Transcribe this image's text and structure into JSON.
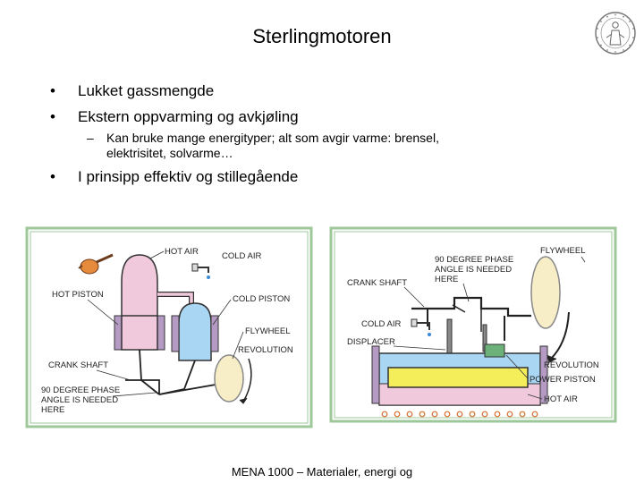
{
  "slide": {
    "title": "Sterlingmotoren",
    "bullets": [
      "Lukket gassmengde",
      "Ekstern oppvarming og avkjøling",
      "I prinsipp effektiv og stillegående"
    ],
    "sub_bullet_dash": "–",
    "sub_bullet": "Kan bruke mange energityper; alt som avgir varme: brensel, elektrisitet, solvarme…",
    "bullet_symbol": "•",
    "footer": "MENA 1000 – Materialer, energi og"
  },
  "left_diagram": {
    "hot_air": "HOT AIR",
    "cold_air": "COLD AIR",
    "hot_piston": "HOT PISTON",
    "cold_piston": "COLD PISTON",
    "flywheel": "FLYWHEEL",
    "revolution": "REVOLUTION",
    "crank_shaft": "CRANK SHAFT",
    "phase_1": "90 DEGREE PHASE",
    "phase_2": "ANGLE IS NEEDED",
    "phase_3": "HERE"
  },
  "right_diagram": {
    "phase_1": "90 DEGREE PHASE",
    "phase_2": "ANGLE IS NEEDED",
    "phase_3": "HERE",
    "flywheel": "FLYWHEEL",
    "crank_shaft": "CRANK SHAFT",
    "cold_air": "COLD AIR",
    "displacer": "DISPLACER",
    "revolution": "REVOLUTION",
    "power_piston": "POWER PISTON",
    "hot_air": "HOT AIR"
  },
  "colors": {
    "frame_green": "#9ec89a",
    "hot_pink": "#f1c9dc",
    "cold_blue": "#a9d6f2",
    "flywheel_yellow": "#f7eec8",
    "displacer_yellow": "#f4ee5a",
    "piston_purple": "#b59bc4"
  }
}
